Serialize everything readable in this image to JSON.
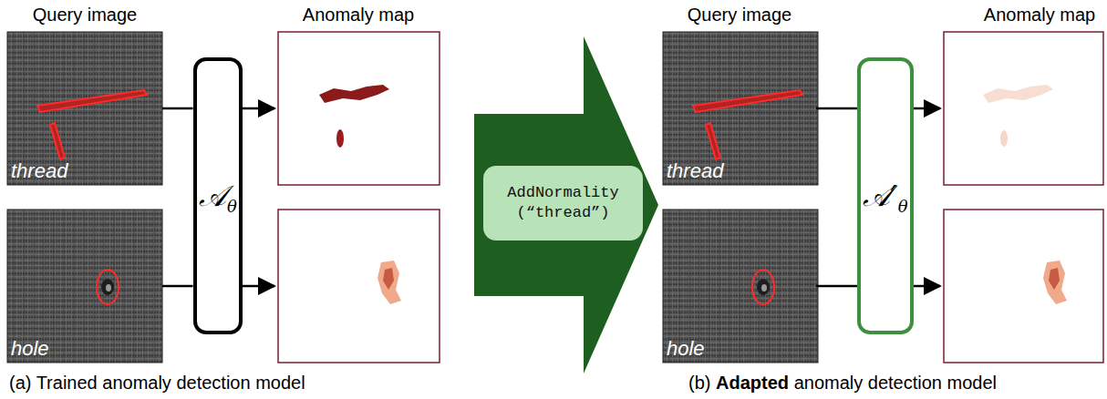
{
  "diagram": {
    "nodes": [
      {
        "text": [
          "thread"
        ]
      },
      {
        "text": [
          "hole"
        ]
      },
      {
        "text": [
          "𝒜",
          "θ"
        ]
      },
      {
        "text": [
          "AddNormality (“thread”)"
        ]
      },
      {
        "text": [
          "thread"
        ]
      },
      {
        "text": [
          "hole"
        ]
      },
      {
        "text": [
          "𝒜′",
          "θ"
        ]
      }
    ],
    "edges": [
      {
        "from": 0,
        "to": 2,
        "arrow": "none"
      },
      {
        "from": 1,
        "to": 2,
        "arrow": "none"
      },
      {
        "from": 4,
        "to": 6,
        "arrow": "none"
      },
      {
        "from": 5,
        "to": 6,
        "arrow": "none"
      }
    ],
    "labels": [
      "Query image",
      "Anomaly map",
      "Query image",
      "Anomaly map",
      "(a) Trained anomaly detection model",
      "(b)",
      "Adapted",
      "anomaly detection model"
    ]
  }
}
